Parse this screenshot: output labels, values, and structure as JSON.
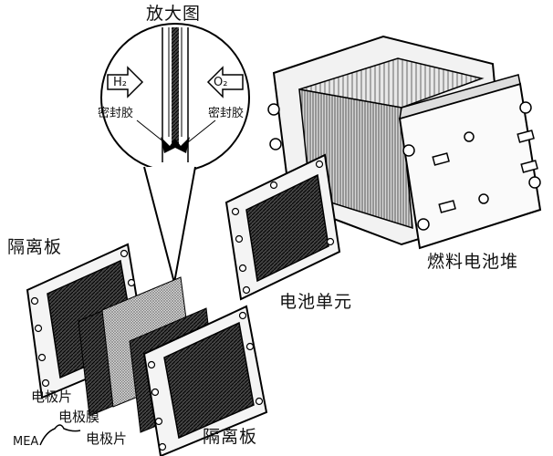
{
  "magnified_title": "放大图",
  "hydrogen_label": "H₂",
  "oxygen_label": "O₂",
  "sealant_left": "密封胶",
  "sealant_right": "密封胶",
  "separator_top": "隔离板",
  "separator_bottom": "隔离板",
  "electrode_sheet_top": "电极片",
  "electrode_membrane": "电极膜",
  "electrode_sheet_bottom": "电极片",
  "mea_label": "MEA",
  "cell_unit": "电池单元",
  "fuel_cell_stack": "燃料电池堆"
}
